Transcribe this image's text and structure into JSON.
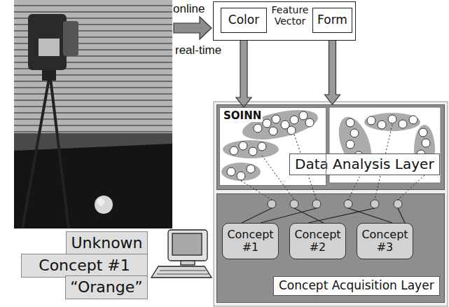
{
  "diagram": {
    "nodes": [
      {
        "text": [
          "Feature Vector"
        ]
      },
      {
        "text": [
          "Color"
        ],
        "in": 0
      },
      {
        "text": [
          "Form"
        ],
        "in": 0
      },
      {
        "text": [
          "Data Analysis Layer"
        ]
      },
      {
        "text": [
          "SOINN"
        ],
        "in": 3
      },
      {
        "text": [
          "Concept Acquisition Layer"
        ]
      },
      {
        "text": [
          "Concept #1"
        ],
        "in": 5
      },
      {
        "text": [
          "Concept #2"
        ],
        "in": 5
      },
      {
        "text": [
          "Concept #3"
        ],
        "in": 5
      },
      {
        "text": [
          "Unknown"
        ]
      },
      {
        "text": [
          "Concept #1"
        ]
      },
      {
        "text": [
          "“Orange”"
        ]
      }
    ],
    "edges": [
      {
        "from": 1,
        "to": 4,
        "arrow": "to"
      },
      {
        "from": 2,
        "to": 3,
        "arrow": "to"
      }
    ],
    "labels": [
      "online",
      "real-time"
    ]
  }
}
